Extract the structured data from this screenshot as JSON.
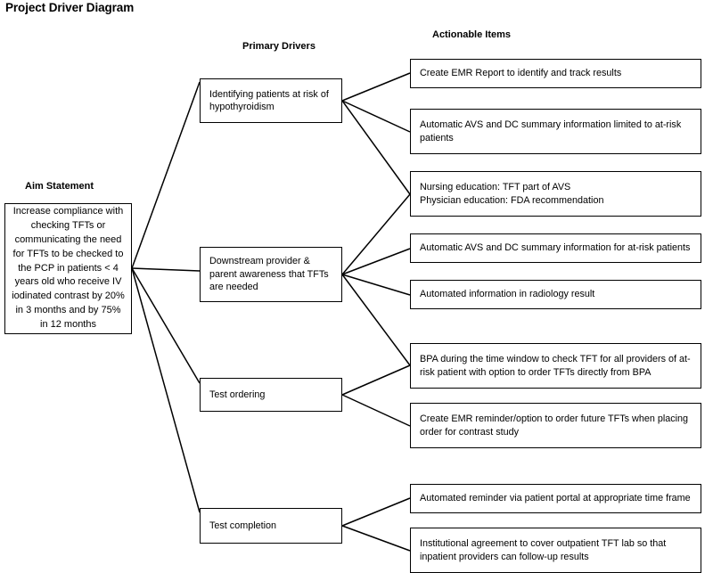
{
  "page": {
    "title": "Project Driver Diagram"
  },
  "headings": {
    "aim": "Aim Statement",
    "primary_drivers": "Primary Drivers",
    "actionable_items": "Actionable Items"
  },
  "aim_statement": {
    "text": "Increase compliance with checking TFTs or communicating the need for TFTs to be checked to the PCP in patients < 4 years old who receive IV iodinated contrast by 20% in 3 months and by 75% in 12 months"
  },
  "primary_drivers": [
    {
      "id": "identifying",
      "label": "Identifying patients at risk of hypothyroidism"
    },
    {
      "id": "awareness",
      "label": "Downstream provider & parent awareness that TFTs are needed"
    },
    {
      "id": "test-ordering",
      "label": "Test ordering"
    },
    {
      "id": "test-completion",
      "label": "Test completion"
    }
  ],
  "actionable_items": [
    {
      "id": "emr-report",
      "label": "Create EMR Report to identify and track results"
    },
    {
      "id": "avs-dc-limited",
      "label": "Automatic AVS and DC summary information limited to at-risk patients"
    },
    {
      "id": "education",
      "label": "Nursing education: TFT part of AVS\nPhysician education: FDA recommendation"
    },
    {
      "id": "avs-dc-atrisk",
      "label": "Automatic AVS and DC summary information for at-risk patients"
    },
    {
      "id": "radiology-info",
      "label": "Automated information in radiology result"
    },
    {
      "id": "bpa",
      "label": "BPA during the time window to check TFT for all providers of at-risk patient with option to order TFTs directly from BPA"
    },
    {
      "id": "emr-reminder",
      "label": "Create EMR reminder/option to order future TFTs when placing order for contrast study"
    },
    {
      "id": "portal-reminder",
      "label": "Automated reminder via patient portal at appropriate time frame"
    },
    {
      "id": "institutional-agreement",
      "label": "Institutional agreement to cover outpatient TFT lab so that inpatient providers can follow-up results"
    }
  ],
  "colors": {
    "line": "#000000",
    "box_border": "#000000",
    "background": "#ffffff",
    "text": "#000000"
  }
}
